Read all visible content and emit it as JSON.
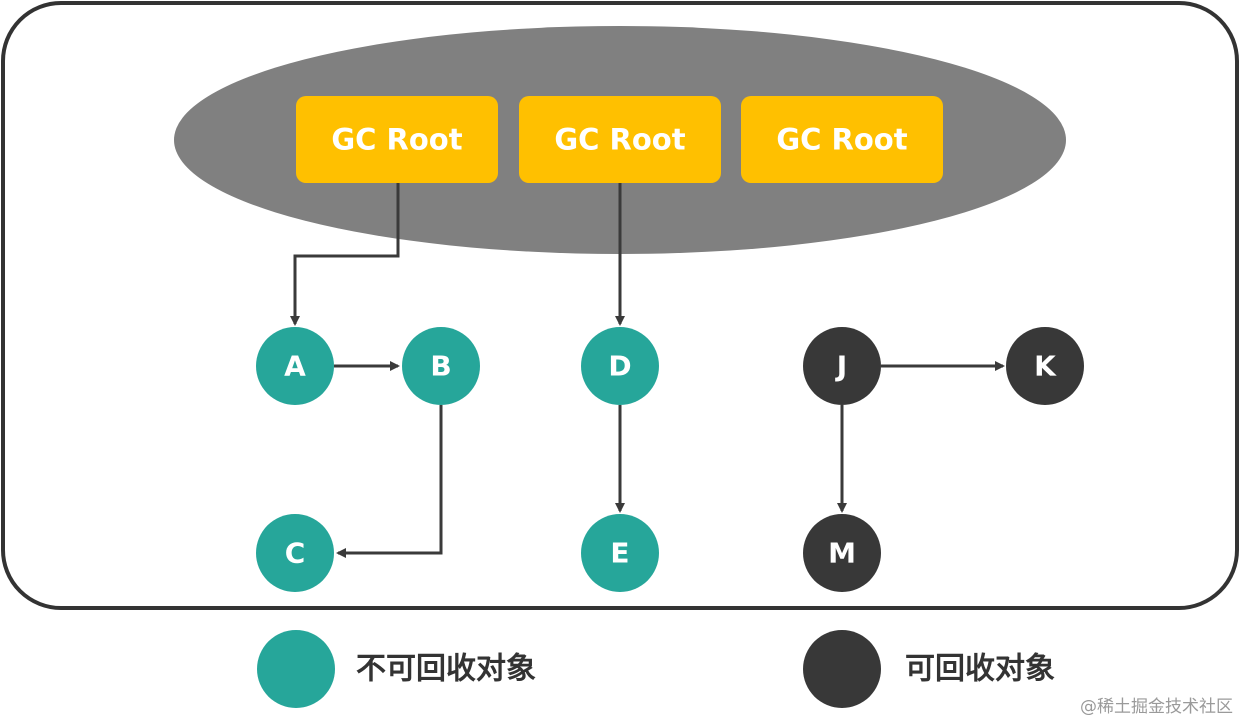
{
  "roots": [
    {
      "id": "root-1",
      "label": "GC Root"
    },
    {
      "id": "root-2",
      "label": "GC Root"
    },
    {
      "id": "root-3",
      "label": "GC Root"
    }
  ],
  "nodes": [
    {
      "id": "A",
      "label": "A",
      "status": "reachable"
    },
    {
      "id": "B",
      "label": "B",
      "status": "reachable"
    },
    {
      "id": "C",
      "label": "C",
      "status": "reachable"
    },
    {
      "id": "D",
      "label": "D",
      "status": "reachable"
    },
    {
      "id": "E",
      "label": "E",
      "status": "reachable"
    },
    {
      "id": "J",
      "label": "J",
      "status": "unreachable"
    },
    {
      "id": "K",
      "label": "K",
      "status": "unreachable"
    },
    {
      "id": "M",
      "label": "M",
      "status": "unreachable"
    }
  ],
  "edges": [
    {
      "from": "root-1",
      "to": "A"
    },
    {
      "from": "root-2",
      "to": "D"
    },
    {
      "from": "A",
      "to": "B"
    },
    {
      "from": "B",
      "to": "C"
    },
    {
      "from": "D",
      "to": "E"
    },
    {
      "from": "J",
      "to": "K"
    },
    {
      "from": "J",
      "to": "M"
    }
  ],
  "legend": {
    "reachable": {
      "label": "不可回收对象"
    },
    "unreachable": {
      "label": "可回收对象"
    }
  },
  "watermark": "@稀土掘金技术社区",
  "colors": {
    "reachable": "#26A69A",
    "unreachable": "#383838",
    "root_box": "#FFC000",
    "root_area": "#808080",
    "frame": "#333333"
  }
}
